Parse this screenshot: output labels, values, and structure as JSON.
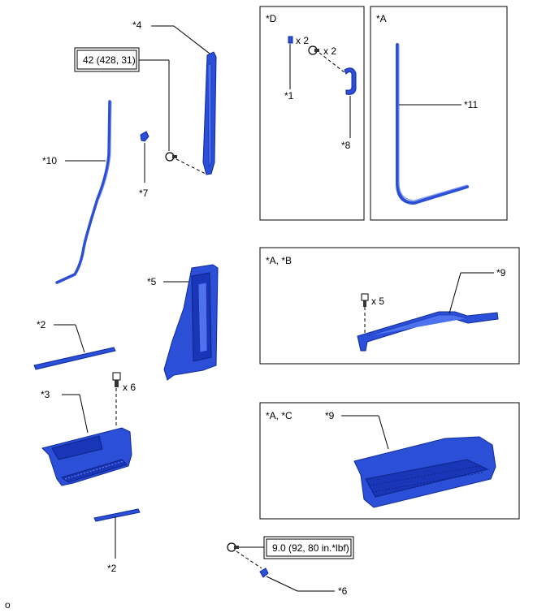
{
  "panels": {
    "D": {
      "title": "*D"
    },
    "A": {
      "title": "*A"
    },
    "AB": {
      "title": "*A, *B"
    },
    "AC": {
      "title": "*A, *C"
    }
  },
  "torques": {
    "upper": "42 (428, 31)",
    "lower": "9.0 (92, 80 in.*lbf)"
  },
  "labels": {
    "p1": "*1",
    "p2a": "*2",
    "p2b": "*2",
    "p3": "*3",
    "p4": "*4",
    "p5": "*5",
    "p6": "*6",
    "p7": "*7",
    "p8": "*8",
    "p9a": "*9",
    "p9b": "*9",
    "p10": "*10",
    "p11": "*11"
  },
  "quantities": {
    "d_clip": "x 2",
    "d_bolt": "x 2",
    "b_bolt": "x 5",
    "step_bolt": "x 6"
  },
  "footer": {
    "mark": "o"
  },
  "colors": {
    "part_blue": "#2b4fd6",
    "line": "#000000",
    "background": "#ffffff"
  }
}
